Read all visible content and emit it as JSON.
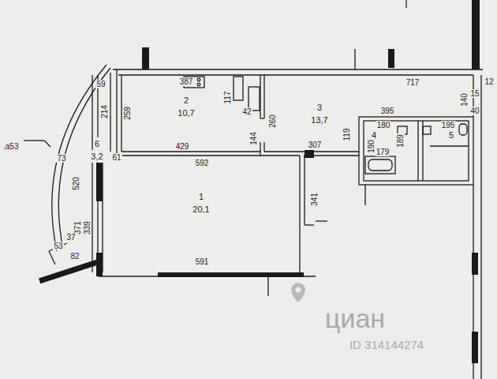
{
  "diagram": {
    "nodes": [
      {
        "text": [
          "2",
          "10,7"
        ]
      },
      {
        "text": [
          "3",
          "13,7"
        ]
      },
      {
        "text": [
          "4"
        ]
      },
      {
        "text": [
          "5"
        ]
      },
      {
        "text": [
          "6",
          "3,2"
        ]
      },
      {
        "text": [
          "1",
          "20,1"
        ]
      }
    ],
    "labels": [
      "387",
      "117",
      "42",
      "259",
      "214",
      "59",
      "61",
      "73",
      "520",
      "371",
      "339",
      "37",
      "53",
      "82",
      "429",
      "144",
      "260",
      "717",
      "140",
      "15",
      "40",
      "12",
      "395",
      "180",
      "195",
      "190",
      "179",
      "189",
      "119",
      "307",
      "592",
      "341",
      "591",
      ".a53",
      "циан",
      "ID 314144274"
    ]
  }
}
